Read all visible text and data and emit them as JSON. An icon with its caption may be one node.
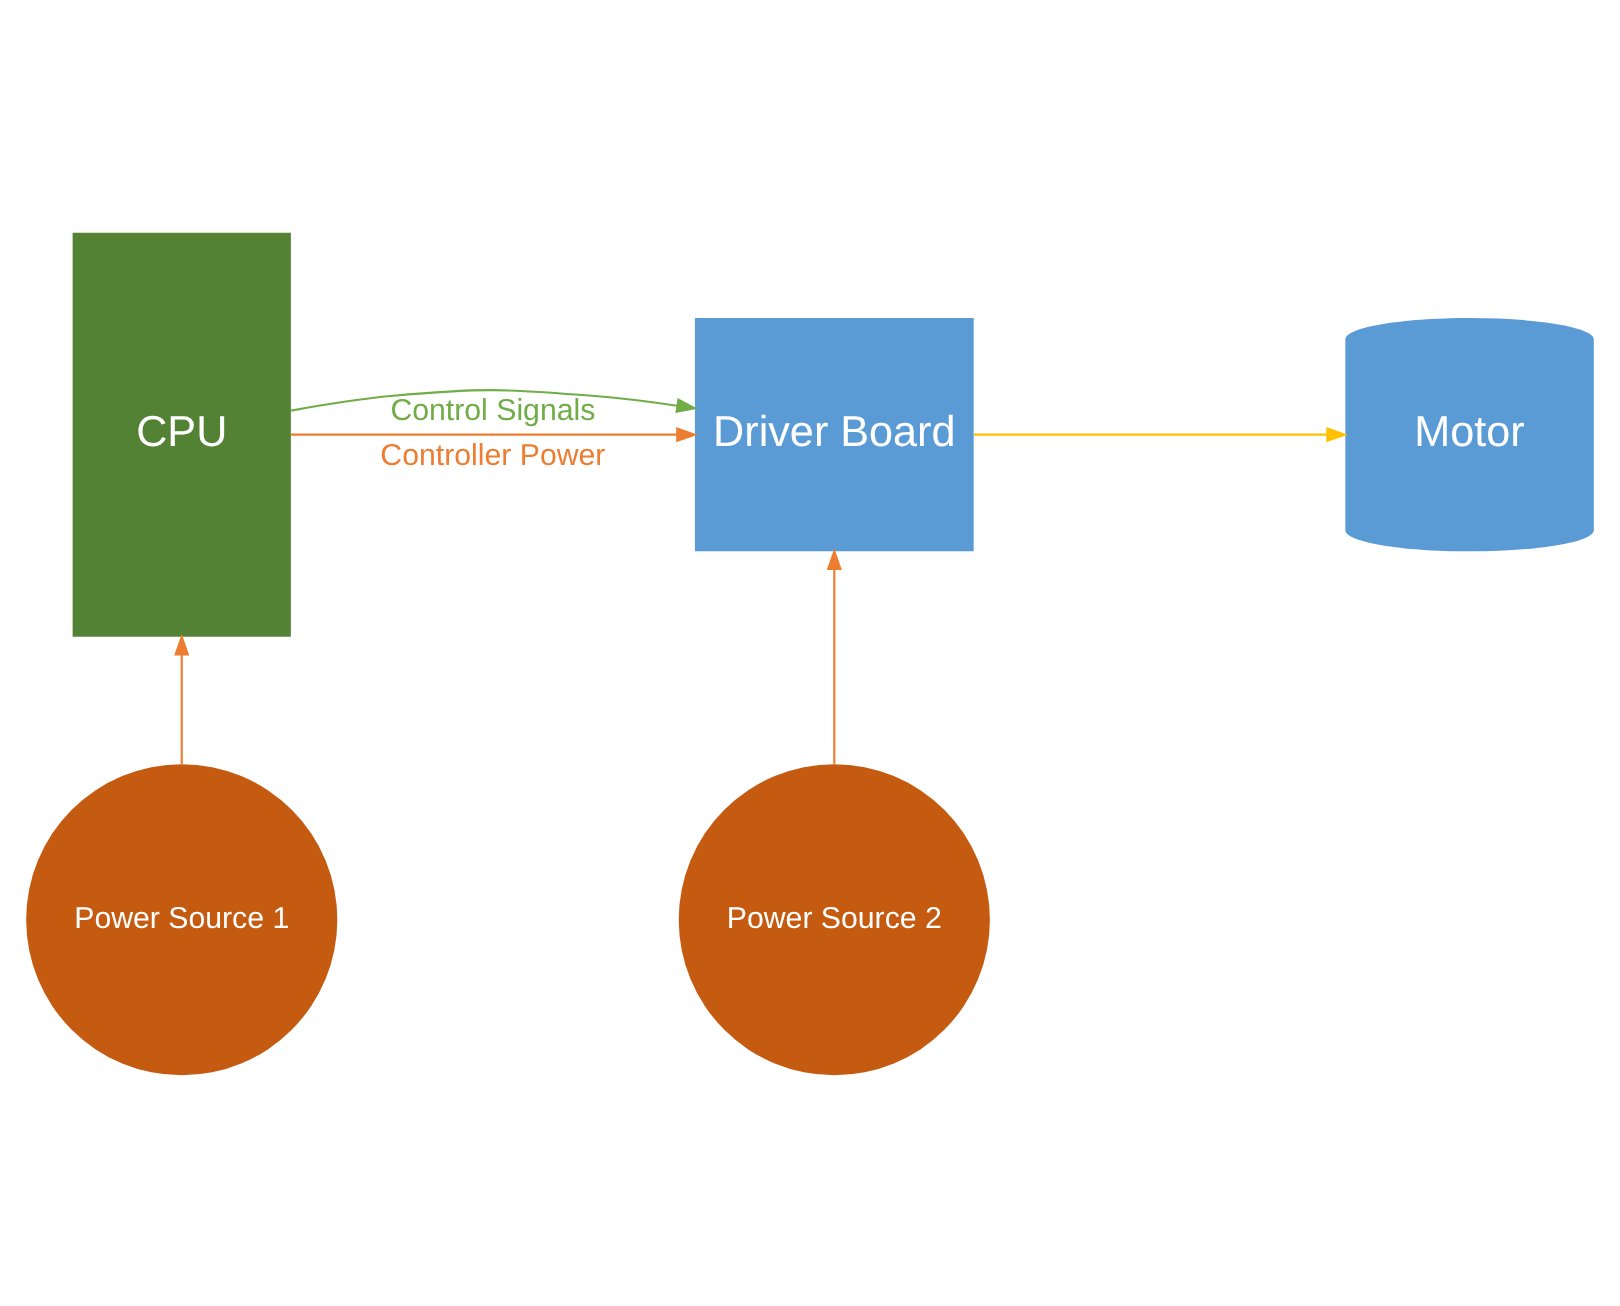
{
  "diagram": {
    "nodes": [
      {
        "text": [
          "CPU"
        ]
      },
      {
        "text": [
          "Driver Board"
        ]
      },
      {
        "text": [
          "Motor"
        ]
      },
      {
        "text": [
          "Power Source 1"
        ]
      },
      {
        "text": [
          "Power Source 2"
        ]
      }
    ],
    "edges": [
      {
        "from": 0,
        "to": 1,
        "arrow": "to",
        "label": "Control Signals",
        "color": "#70ad47"
      },
      {
        "from": 0,
        "to": 1,
        "arrow": "to",
        "label": "Controller Power",
        "color": "#ed7d31"
      },
      {
        "from": 1,
        "to": 2,
        "arrow": "to",
        "color": "#ffc000"
      },
      {
        "from": 3,
        "to": 0,
        "arrow": "to",
        "color": "#ed7d31"
      },
      {
        "from": 4,
        "to": 1,
        "arrow": "to",
        "color": "#ed7d31"
      }
    ]
  }
}
